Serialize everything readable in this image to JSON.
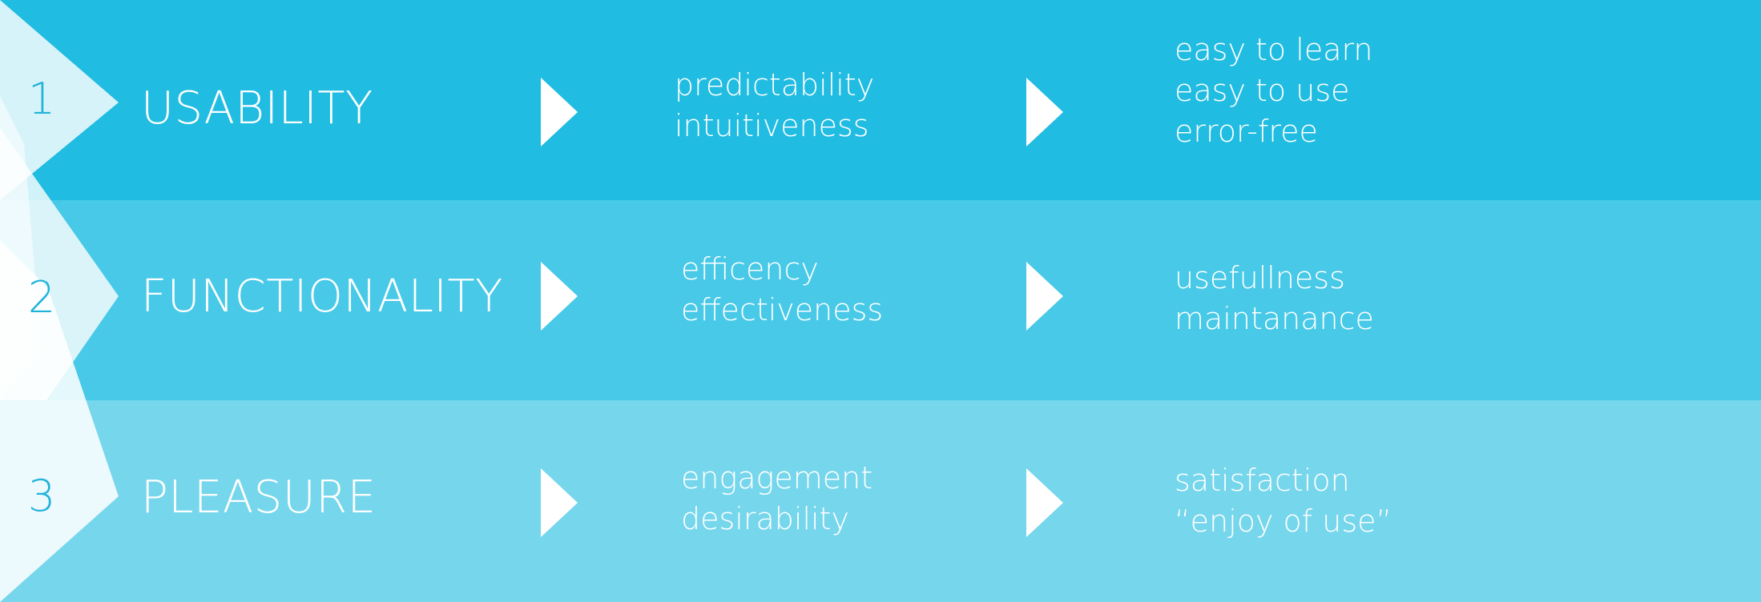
{
  "colors": {
    "band_1": "#21bce1",
    "band_2": "#47c9e7",
    "band_3": "#76d6ec",
    "number": "#1fb3d9",
    "text": "#ffffff"
  },
  "rows": [
    {
      "number": "1",
      "title": "USABILITY",
      "attributes": [
        "predictability",
        "intuitiveness"
      ],
      "outcomes": [
        "easy to learn",
        "easy to use",
        "error-free"
      ]
    },
    {
      "number": "2",
      "title": "FUNCTIONALITY",
      "attributes": [
        "efficency",
        "effectiveness"
      ],
      "outcomes": [
        "usefullness",
        "maintanance"
      ]
    },
    {
      "number": "3",
      "title": "PLEASURE",
      "attributes": [
        "engagement",
        "desirability"
      ],
      "outcomes": [
        "satisfaction",
        "“enjoy of use”"
      ]
    }
  ]
}
